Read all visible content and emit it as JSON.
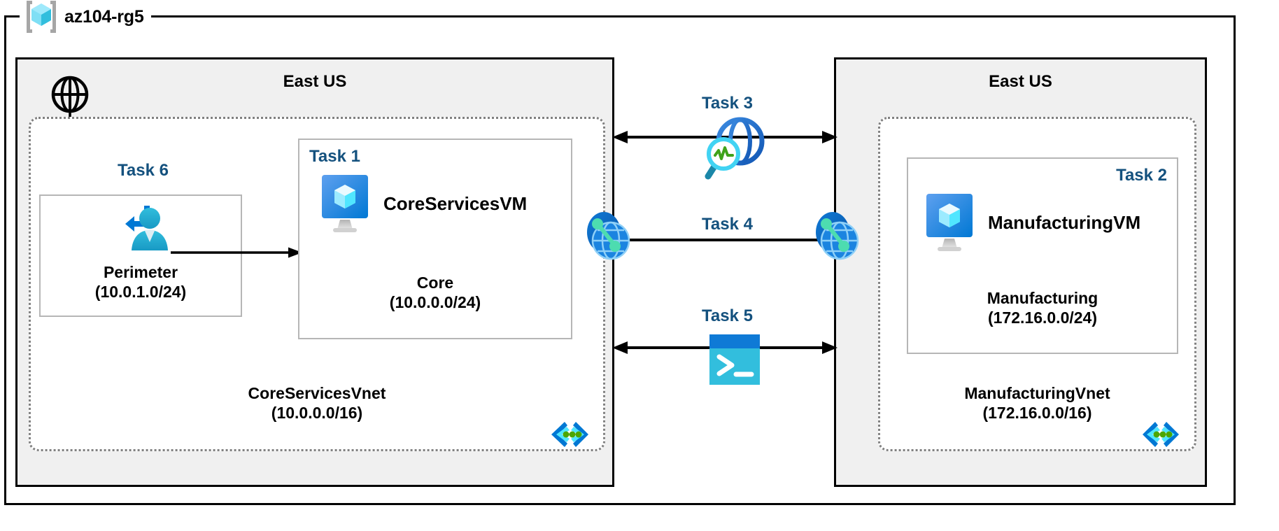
{
  "resource_group": {
    "name": "az104-rg5",
    "icon": "resource-group-cube-icon"
  },
  "regions": [
    {
      "id": "left",
      "title": "East US"
    },
    {
      "id": "right",
      "title": "East US"
    }
  ],
  "internet": {
    "icon": "internet-globe-icon"
  },
  "vnets": [
    {
      "id": "coreservices",
      "name": "CoreServicesVnet",
      "cidr": "(10.0.0.0/16)",
      "badge_icon": "vnet-subnet-code-icon"
    },
    {
      "id": "manufacturing",
      "name": "ManufacturingVnet",
      "cidr": "(172.16.0.0/16)",
      "badge_icon": "vnet-subnet-code-icon"
    }
  ],
  "subnets": [
    {
      "id": "perimeter",
      "name": "Perimeter",
      "cidr": "(10.0.1.0/24)",
      "task": "Task 6"
    },
    {
      "id": "core",
      "name": "Core",
      "cidr": "(10.0.0.0/24)",
      "task": "Task 1"
    },
    {
      "id": "manufacturing",
      "name": "Manufacturing",
      "cidr": "(172.16.0.0/24)",
      "task": "Task 2"
    }
  ],
  "vms": [
    {
      "id": "coreservicesvm",
      "name": "CoreServicesVM",
      "icon": "virtual-machine-icon"
    },
    {
      "id": "manufacturingvm",
      "name": "ManufacturingVM",
      "icon": "virtual-machine-icon"
    }
  ],
  "perimeter_resource": {
    "icon": "user-access-icon"
  },
  "tasks": [
    {
      "id": "task1",
      "label": "Task 1"
    },
    {
      "id": "task2",
      "label": "Task 2"
    },
    {
      "id": "task3",
      "label": "Task 3",
      "icon": "network-watcher-icon"
    },
    {
      "id": "task4",
      "label": "Task 4",
      "icon": "vnet-peering-icon"
    },
    {
      "id": "task5",
      "label": "Task 5",
      "icon": "cloud-shell-terminal-icon"
    },
    {
      "id": "task6",
      "label": "Task 6"
    }
  ],
  "peering_icons": [
    {
      "id": "peering-left",
      "icon": "vnet-peering-icon"
    },
    {
      "id": "peering-right",
      "icon": "vnet-peering-icon"
    }
  ],
  "colors": {
    "task_text": "#14517e",
    "azure_blue": "#0078d4",
    "cyan": "#32bedd",
    "region_fill": "#f0f0f0",
    "vnet_border": "#808080",
    "subnet_border": "#b6b6b6",
    "arrow": "#000000",
    "green_dot": "#4ca600"
  }
}
